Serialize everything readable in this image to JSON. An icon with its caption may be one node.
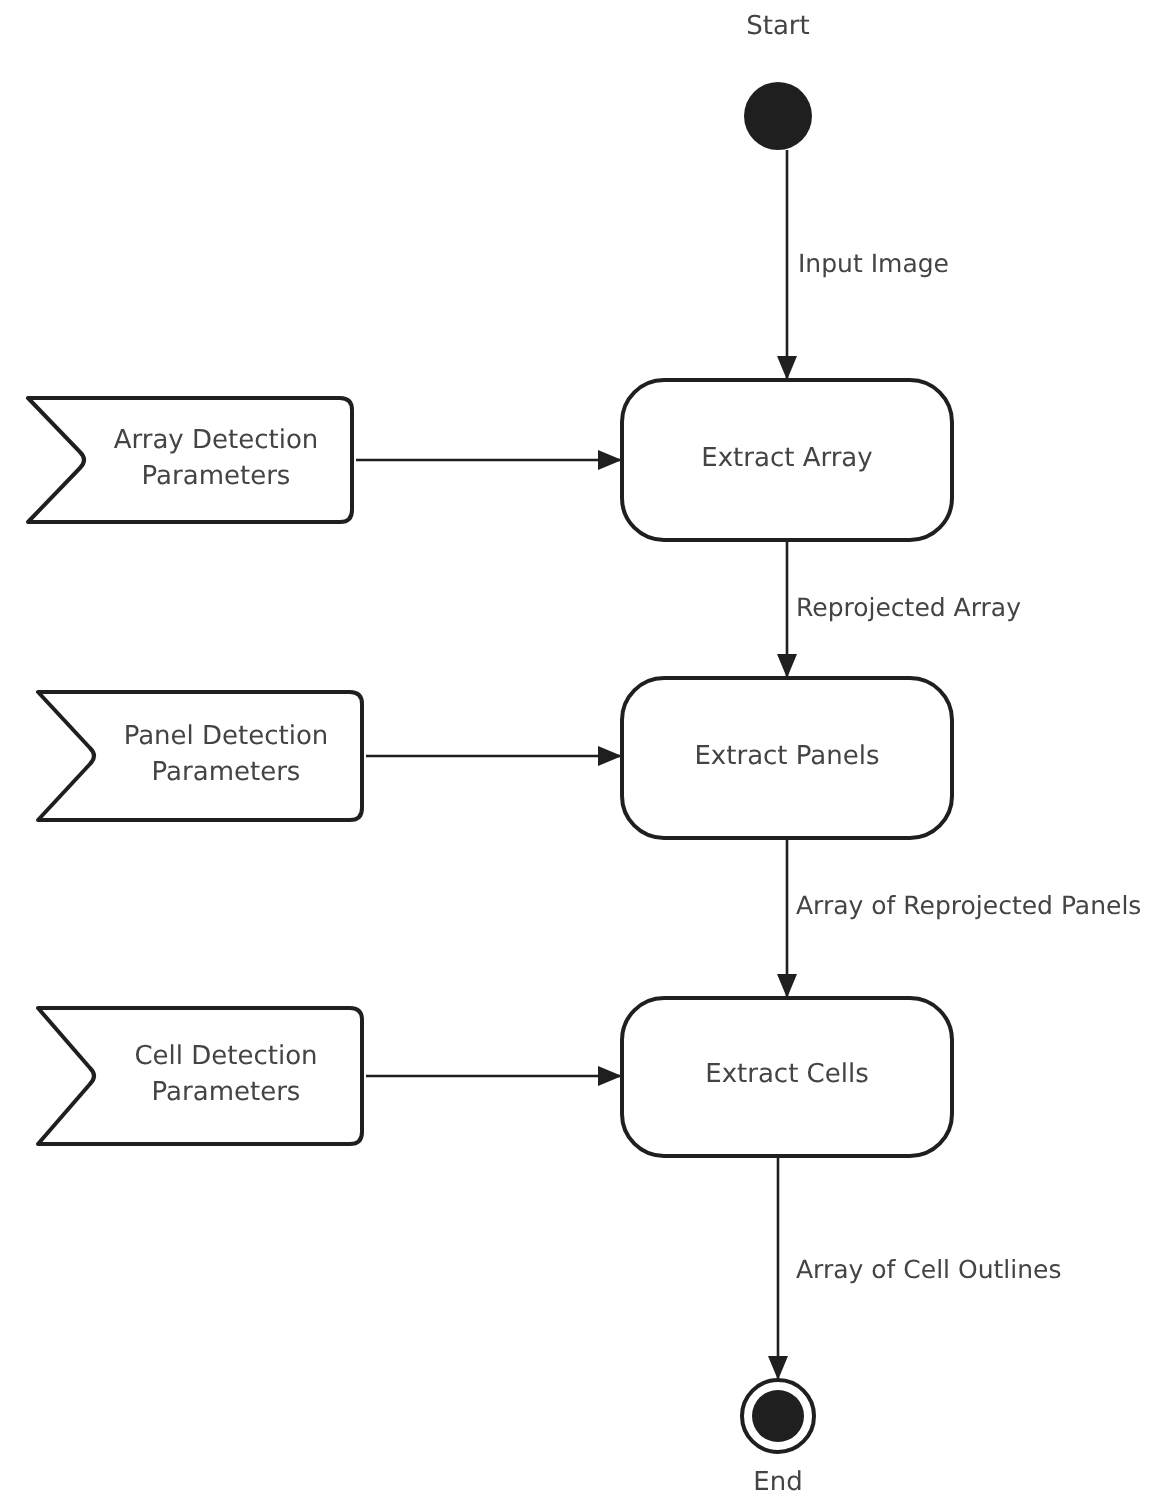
{
  "diagram": {
    "nodes": [
      {
        "text": [],
        "shape": "circle",
        "beside": [
          "Start"
        ]
      },
      {
        "text": [
          "Array Detection Parameters"
        ]
      },
      {
        "text": [
          "Extract Array"
        ]
      },
      {
        "text": [
          "Panel Detection Parameters"
        ]
      },
      {
        "text": [
          "Extract Panels"
        ]
      },
      {
        "text": [
          "Cell Detection Parameters"
        ]
      },
      {
        "text": [
          "Extract Cells"
        ]
      },
      {
        "text": [],
        "shape": "bullseye",
        "beside": [
          "End"
        ]
      }
    ],
    "edges": [
      {
        "from": 0,
        "to": 2,
        "arrow": "to",
        "label": "Input Image"
      },
      {
        "from": 1,
        "to": 2,
        "arrow": "to"
      },
      {
        "from": 2,
        "to": 4,
        "arrow": "to",
        "label": "Reprojected Array"
      },
      {
        "from": 3,
        "to": 4,
        "arrow": "to"
      },
      {
        "from": 4,
        "to": 6,
        "arrow": "to",
        "label": "Array of Reprojected Panels"
      },
      {
        "from": 5,
        "to": 6,
        "arrow": "to"
      },
      {
        "from": 6,
        "to": 7,
        "arrow": "to",
        "label": "Array of Cell Outlines"
      }
    ]
  }
}
